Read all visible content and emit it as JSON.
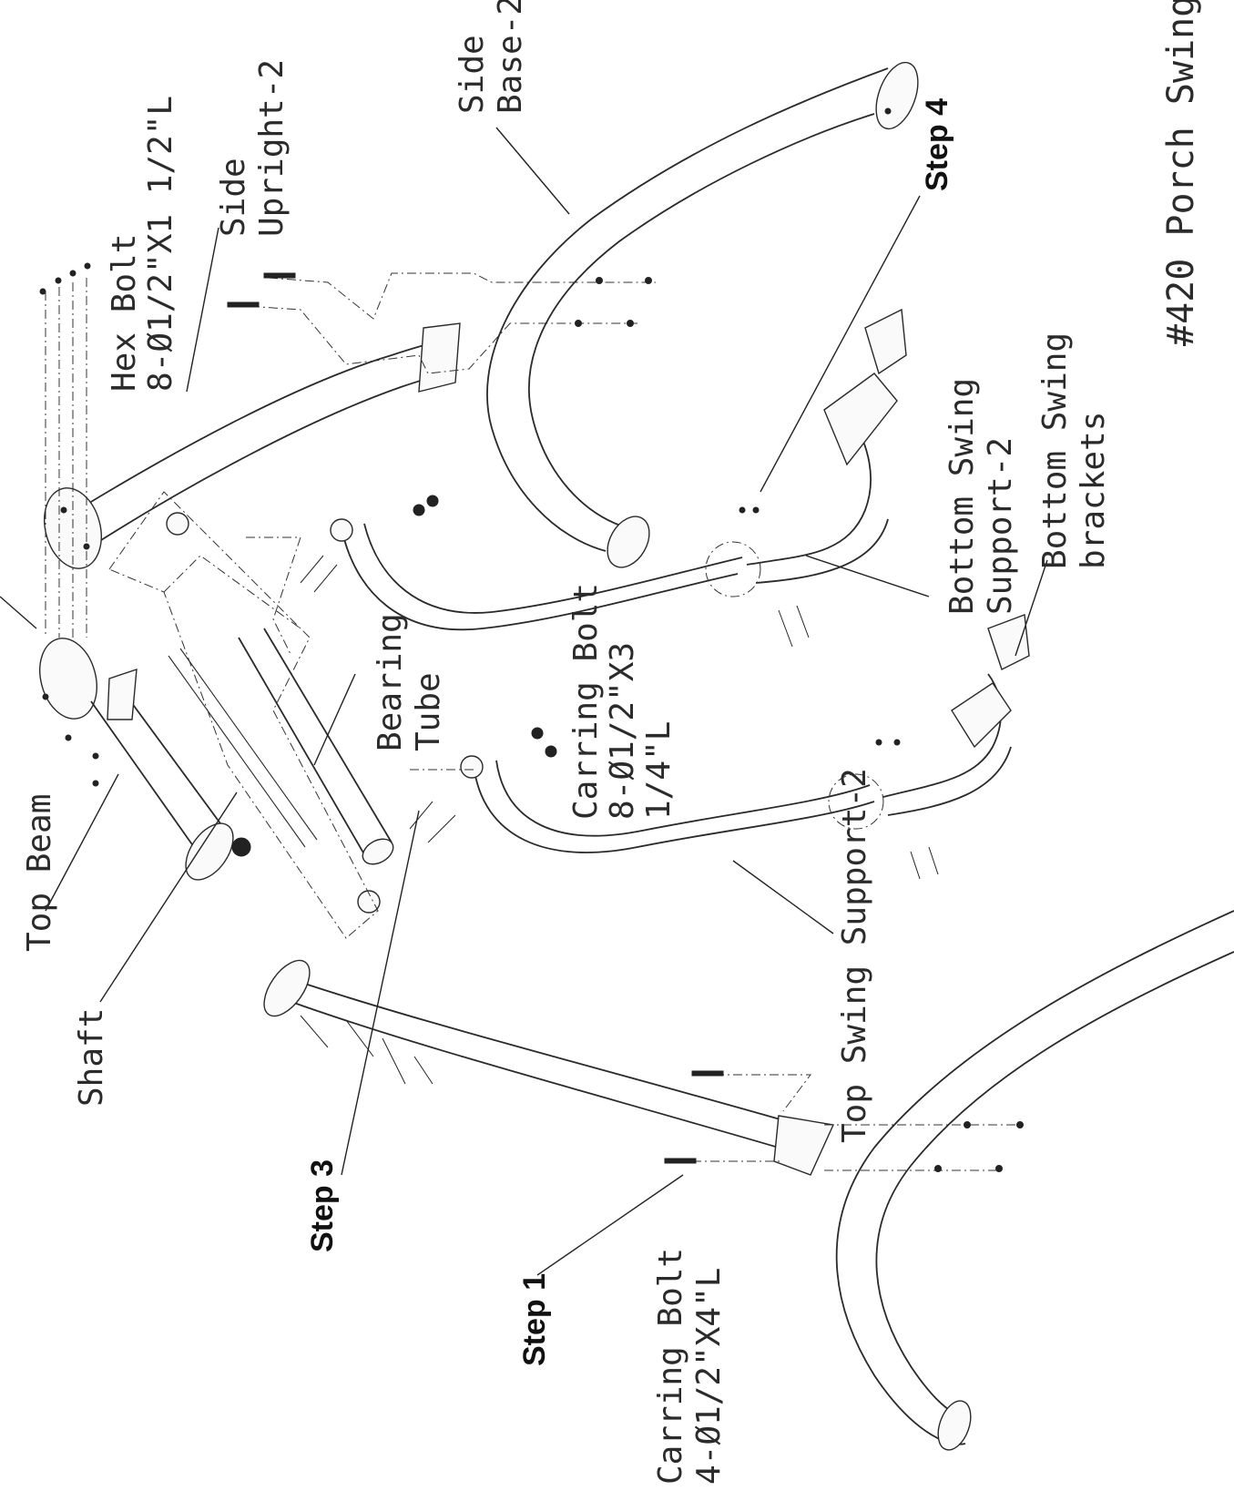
{
  "labels": {
    "side_base": [
      "Side",
      "Base-2"
    ],
    "side_upright": [
      "Side",
      "Upright-2"
    ],
    "hex_bolt": [
      "Hex Bolt",
      "8-Ø1/2\"X1 1/2\"L"
    ],
    "step4": "Step 4",
    "bottom_swing_support": [
      "Bottom Swing",
      "Support-2"
    ],
    "bottom_swing_brackets": [
      "Bottom Swing",
      "brackets"
    ],
    "bearing_tube": [
      "Bearing",
      "Tube"
    ],
    "carring_bolt_top": [
      "Carring Bolt",
      "8-Ø1/2\"X3",
      "1/4\"L"
    ],
    "top_beam": "Top Beam",
    "shaft": "Shaft",
    "step3": "Step 3",
    "top_swing_support": "Top Swing Support-2",
    "step1": "Step 1",
    "carring_bolt_bottom": [
      "Carring Bolt",
      "4-Ø1/2\"X4\"L"
    ],
    "footer_partial": "#420 Porch Swing"
  }
}
